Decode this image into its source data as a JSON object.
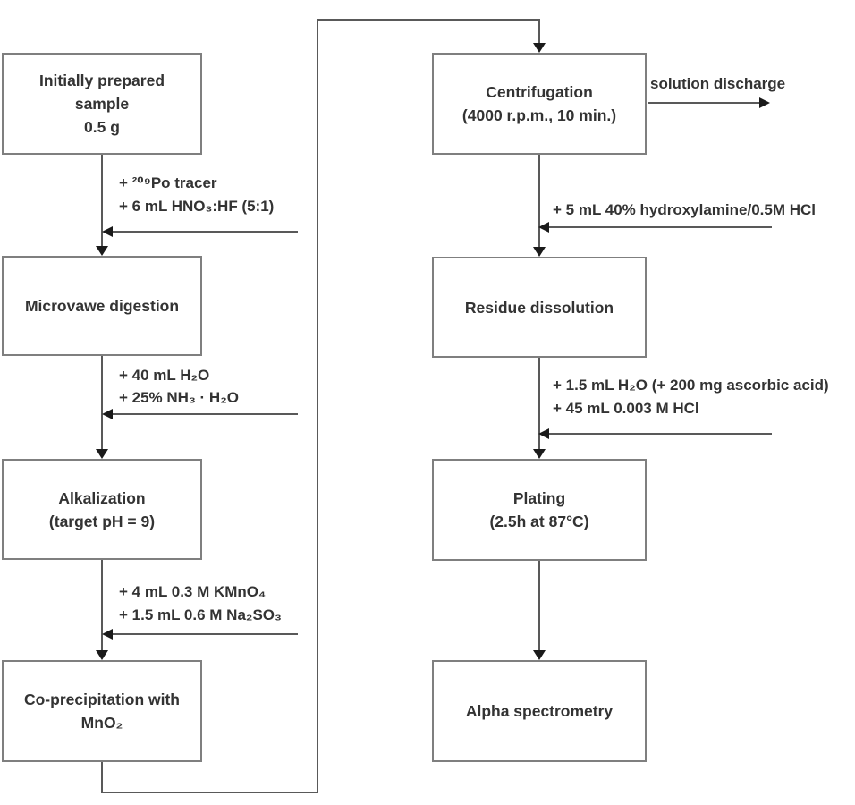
{
  "figure": {
    "type": "flowchart",
    "boxes": {
      "sample": {
        "lines": [
          "Initially prepared",
          "sample",
          "0.5 g"
        ]
      },
      "digestion": {
        "lines": [
          "Microvawe digestion"
        ]
      },
      "alkalization": {
        "lines": [
          "Alkalization",
          "(target pH = 9)"
        ]
      },
      "coprecipitation": {
        "lines": [
          "Co-precipitation with",
          "MnO₂"
        ]
      },
      "centrifugation": {
        "lines": [
          "Centrifugation",
          "(4000 r.p.m., 10 min.)"
        ]
      },
      "residue": {
        "lines": [
          "Residue dissolution"
        ]
      },
      "plating": {
        "lines": [
          "Plating",
          "(2.5h at 87°C)"
        ]
      },
      "alpha": {
        "lines": [
          "Alpha spectrometry"
        ]
      }
    },
    "labels": {
      "tracer": "+ ²⁰⁹Po tracer",
      "hno3_hf": "+ 6 mL HNO₃:HF (5:1)",
      "water40": "+ 40 mL H₂O",
      "nh3_water": "+ 25% NH₃ · H₂O",
      "kmno4": "+ 4 mL 0.3 M KMnO₄",
      "na2so3": "+ 1.5 mL 0.6 M Na₂SO₃",
      "hydroxylamine": "+ 5 mL 40% hydroxylamine/0.5M HCl",
      "ascorbic": "+ 1.5 mL H₂O (+ 200 mg ascorbic acid)",
      "hcl_dilute": "+ 45 mL 0.003 M HCl",
      "solution_discharge": "solution discharge"
    },
    "colors": {
      "box_border": "#7f7f7f",
      "connector_line": "#595959",
      "arrowhead": "#1a1a1a",
      "text": "#333333",
      "background": "#ffffff"
    }
  }
}
